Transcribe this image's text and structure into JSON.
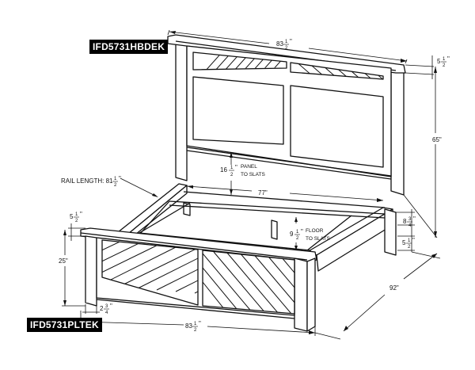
{
  "labels": {
    "headboard_model": "IFD5731HBDEK",
    "platform_model": "IFD5731PLTEK"
  },
  "dimensions": {
    "headboard_width": {
      "whole": "83",
      "num": "1",
      "den": "2",
      "suffix": "\""
    },
    "headboard_top_thickness": {
      "whole": "5",
      "num": "1",
      "den": "2",
      "suffix": "\""
    },
    "headboard_height": "65\"",
    "panel_to_slats": {
      "whole": "16",
      "num": "1",
      "den": "2",
      "suffix": "\""
    },
    "panel_to_slats_note_1": "PANEL",
    "panel_to_slats_note_2": "TO SLATS",
    "rail_length_prefix": "RAIL LENGTH: 81",
    "rail_length_fraction": {
      "num": "1",
      "den": "2",
      "suffix": "\""
    },
    "inner_width": "77\"",
    "rail_height": {
      "whole": "8",
      "num": "3",
      "den": "4",
      "suffix": "\""
    },
    "floor_to_slats": {
      "whole": "9",
      "num": "1",
      "den": "2",
      "suffix": "\""
    },
    "floor_to_slats_note_1": "FLOOR",
    "floor_to_slats_note_2": "TO SLATS",
    "leg_height": {
      "whole": "5",
      "num": "1",
      "den": "2",
      "suffix": "\""
    },
    "footboard_top_thickness": {
      "whole": "5",
      "num": "1",
      "den": "2",
      "suffix": "\""
    },
    "footboard_height": "25\"",
    "post_width": {
      "whole": "2",
      "num": "3",
      "den": "4",
      "suffix": "\""
    },
    "footboard_width": {
      "whole": "83",
      "num": "1",
      "den": "2",
      "suffix": "\""
    },
    "overall_length": "92\""
  }
}
